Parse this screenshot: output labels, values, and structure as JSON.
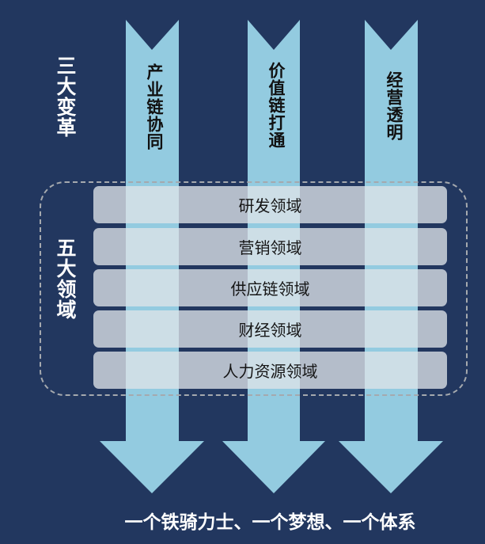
{
  "colors": {
    "background": "#22375f",
    "arrow": "#93cbe0",
    "row": "#d6dbe0",
    "dash": "#a5a9ae"
  },
  "three_changes": {
    "label": "三大变革",
    "arrows": [
      "产业链协同",
      "价值链打通",
      "经营透明"
    ]
  },
  "five_domains": {
    "label": "五大领域",
    "rows": [
      "研发领域",
      "营销领域",
      "供应链领域",
      "财经领域",
      "人力资源领域"
    ]
  },
  "bottom_text": "一个铁骑力士、一个梦想、一个体系"
}
